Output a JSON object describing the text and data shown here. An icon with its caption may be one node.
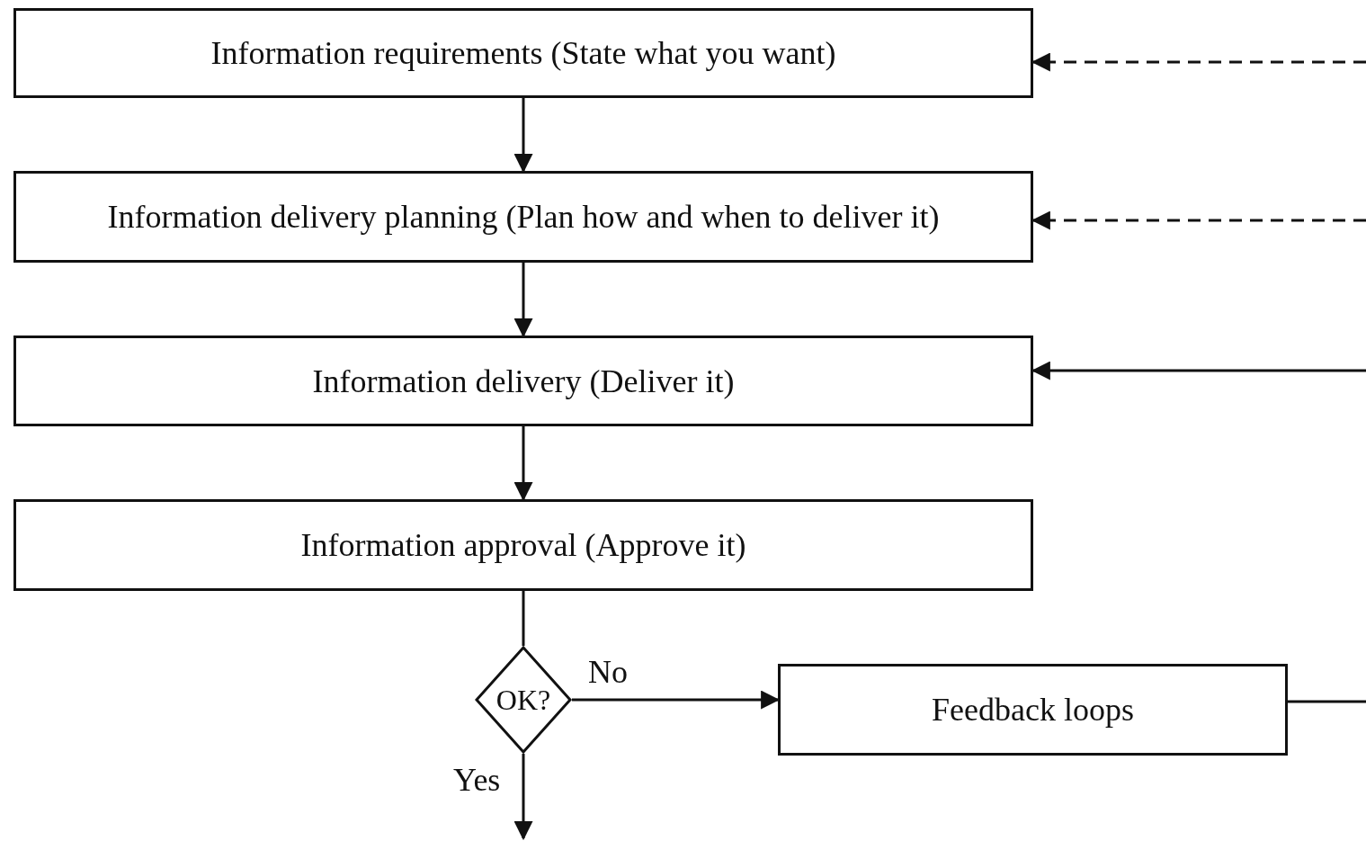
{
  "diagram": {
    "nodes": [
      {
        "text": [
          "Information requirements (State what you want)"
        ]
      },
      {
        "text": [
          "Information delivery planning (Plan how and when to deliver it)"
        ]
      },
      {
        "text": [
          "Information delivery (Deliver it)"
        ]
      },
      {
        "text": [
          "Information approval (Approve it)"
        ]
      },
      {
        "text": [
          "OK?"
        ]
      },
      {
        "text": [
          "Feedback loops"
        ]
      }
    ],
    "edges": [
      {
        "from": 0,
        "to": 1,
        "arrow": "to"
      },
      {
        "from": 1,
        "to": 2,
        "arrow": "to"
      },
      {
        "from": 2,
        "to": 3,
        "arrow": "to"
      },
      {
        "from": 3,
        "to": 4,
        "arrow": "none"
      },
      {
        "from": 4,
        "to": 5,
        "arrow": "to",
        "label": "No"
      },
      {
        "from": 4,
        "to": null,
        "arrow": "to",
        "label": "Yes"
      },
      {
        "from": null,
        "to": 0,
        "arrow": "to",
        "style": "dashed"
      },
      {
        "from": null,
        "to": 1,
        "arrow": "to",
        "style": "dashed"
      },
      {
        "from": null,
        "to": 2,
        "arrow": "to"
      },
      {
        "from": 5,
        "to": null,
        "arrow": "none"
      }
    ]
  }
}
